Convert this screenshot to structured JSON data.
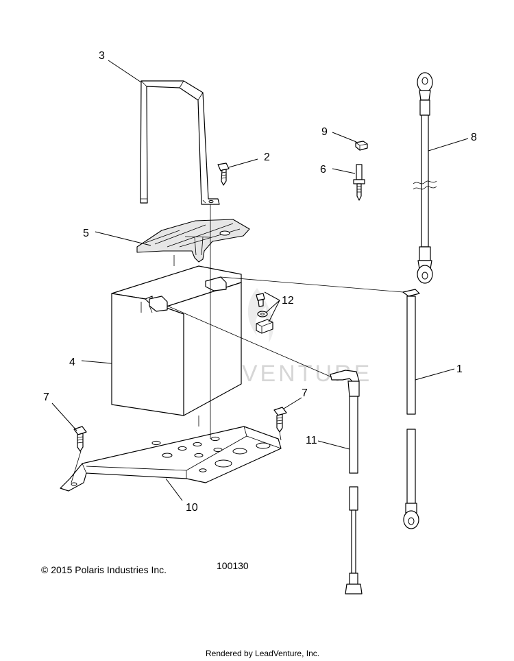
{
  "callouts": {
    "c1": "1",
    "c2": "2",
    "c3": "3",
    "c4": "4",
    "c5": "5",
    "c6": "6",
    "c7a": "7",
    "c7b": "7",
    "c8": "8",
    "c9": "9",
    "c10": "10",
    "c11": "11",
    "c12": "12"
  },
  "copyright": "© 2015 Polaris Industries Inc.",
  "diagram_number": "100130",
  "watermark": "LEADVENTURE",
  "footer": "Rendered by LeadVenture, Inc."
}
